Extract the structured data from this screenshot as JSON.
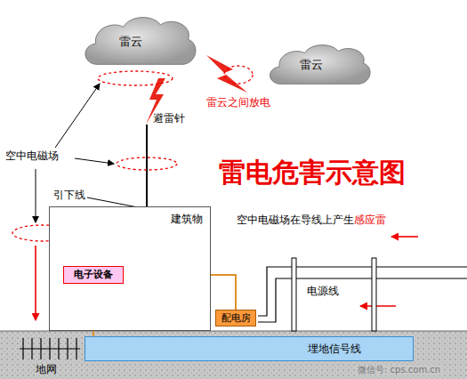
{
  "diagram": {
    "title": "雷电危害示意图",
    "nodes": [
      {
        "text": [
          "雷云"
        ]
      },
      {
        "text": [
          "雷云"
        ]
      },
      {
        "text": [
          "建筑物"
        ]
      },
      {
        "text": [
          "电子设备"
        ],
        "in": 2
      },
      {
        "text": [
          "配电房"
        ]
      },
      {
        "text": [
          "埋地信号线"
        ]
      }
    ],
    "edges": [
      {
        "from": 3,
        "to": 4,
        "arrow": "none"
      },
      {
        "from": 3,
        "to": 5,
        "arrow": "none"
      }
    ],
    "labels": [
      "空中电磁场",
      "避雷针",
      "引下线",
      "雷云之间放电",
      "空中电磁场在导线上产生",
      "感应雷",
      "电源线",
      "地网",
      "微信号: cps.com.cn"
    ]
  }
}
